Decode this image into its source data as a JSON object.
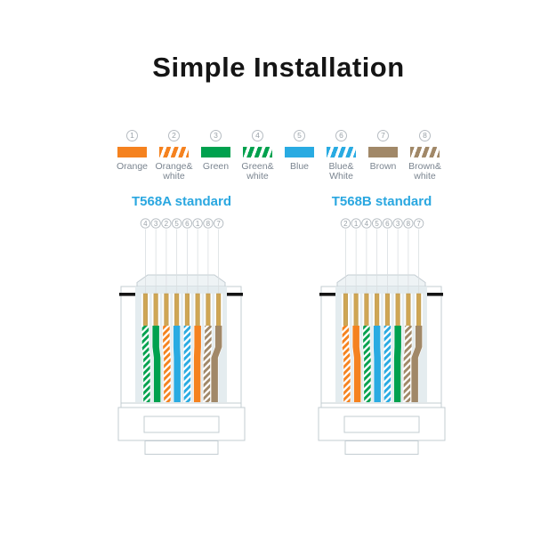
{
  "title": "Simple Installation",
  "colors": {
    "accent_blue": "#2aa7e0",
    "title_color": "#151515",
    "pin_gold": "#cfa654",
    "pin_edge": "#b8934a",
    "body_stroke": "#c3ccd2",
    "panel_fill": "#e4ecef",
    "nose_fill": "#eef3f5",
    "bar_black": "#151515",
    "guide_line": "#d9dee1",
    "number_gray": "#9aa2a9",
    "number_ring": "#b3bac0",
    "label_gray": "#7b8590"
  },
  "wire_colors": {
    "orange": "#f5821f",
    "green": "#00a14e",
    "blue": "#29abe2",
    "brown": "#a18868"
  },
  "legend": {
    "items": [
      {
        "number": "1",
        "label": "Orange",
        "color_key": "orange",
        "pattern": "solid"
      },
      {
        "number": "2",
        "label": "Orange&\nwhite",
        "color_key": "orange",
        "pattern": "striped"
      },
      {
        "number": "3",
        "label": "Green",
        "color_key": "green",
        "pattern": "solid"
      },
      {
        "number": "4",
        "label": "Green&\nwhite",
        "color_key": "green",
        "pattern": "striped"
      },
      {
        "number": "5",
        "label": "Blue",
        "color_key": "blue",
        "pattern": "solid"
      },
      {
        "number": "6",
        "label": "Blue&\nWhite",
        "color_key": "blue",
        "pattern": "striped"
      },
      {
        "number": "7",
        "label": "Brown",
        "color_key": "brown",
        "pattern": "solid"
      },
      {
        "number": "8",
        "label": "Brown&\nwhite",
        "color_key": "brown",
        "pattern": "striped"
      }
    ]
  },
  "standards": [
    {
      "name": "T568A standard",
      "pin_order": [
        4,
        3,
        2,
        5,
        6,
        1,
        8,
        7
      ]
    },
    {
      "name": "T568B standard",
      "pin_order": [
        2,
        1,
        4,
        5,
        6,
        3,
        8,
        7
      ]
    }
  ]
}
